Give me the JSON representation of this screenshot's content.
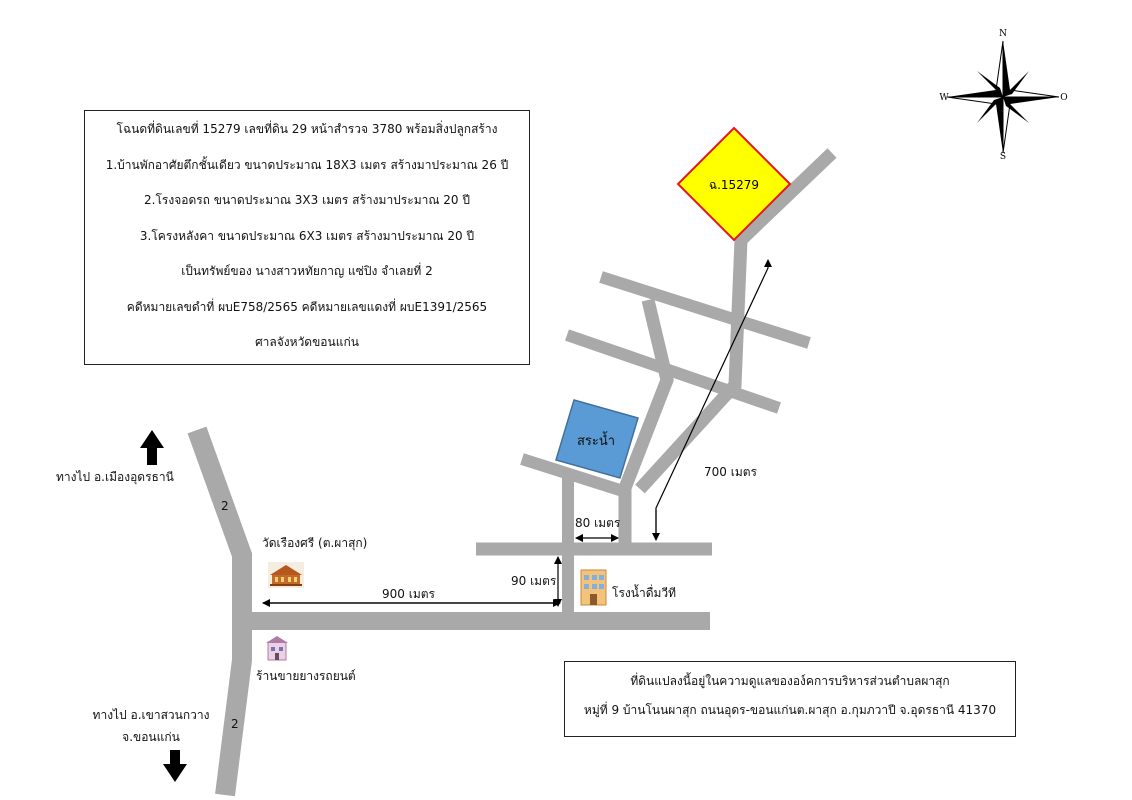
{
  "info_box": {
    "lines": [
      "โฉนดที่ดินเลขที่ 15279 เลขที่ดิน 29 หน้าสำรวจ 3780 พร้อมสิ่งปลูกสร้าง",
      "1.บ้านพักอาศัยตึกชั้นเดียว ขนาดประมาณ 18X3 เมตร สร้างมาประมาณ 26 ปี",
      "2.โรงจอดรถ ขนาดประมาณ 3X3 เมตร สร้างมาประมาณ 20 ปี",
      "3.โครงหลังคา ขนาดประมาณ 6X3 เมตร สร้างมาประมาณ 20 ปี",
      "เป็นทรัพย์ของ นางสาวหทัยกาญ แซ่ปิง จำเลยที่ 2",
      "คดีหมายเลขดำที่ ผบE758/2565 คดีหมายเลขแดงที่ ผบE1391/2565",
      "ศาลจังหวัดขอนแก่น"
    ]
  },
  "footer_box": {
    "lines": [
      "ที่ดินแปลงนี้อยู่ในความดูแลขององ์คการบริหารส่วนตำบลผาสุก",
      "หมู่ที่ 9 บ้านโนนผาสุก ถนนอุดร-ขอนแก่นต.ผาสุก อ.กุมภวาปี จ.อุดรธานี 41370"
    ]
  },
  "compass": {
    "n": "N",
    "s": "S",
    "w": "W",
    "e": "O"
  },
  "map": {
    "parcel_label": "ฉ.15279",
    "pond_label": "สระน้ำ",
    "to_udon": "ทางไป อ.เมืองอุดรธานี",
    "to_khonkaen_line1": "ทางไป อ.เขาสวนกวาง",
    "to_khonkaen_line2": "จ.ขอนแก่น",
    "highway_number_top": "2",
    "highway_number_bottom": "2",
    "temple": "วัดเรืองศรี (ต.ผาสุก)",
    "tire_shop": "ร้านขายยางรถยนต์",
    "water_plant": "โรงน้ำดื่มวีที",
    "dist_900": "900 เมตร",
    "dist_90": "90 เมตร",
    "dist_80": "80 เมตร",
    "dist_700": "700 เมตร"
  },
  "colors": {
    "road": "#a9a9a9",
    "parcel_fill": "#ffff00",
    "parcel_border": "#e8161b",
    "pond_fill": "#5b9bd5",
    "pond_border": "#41719c"
  }
}
